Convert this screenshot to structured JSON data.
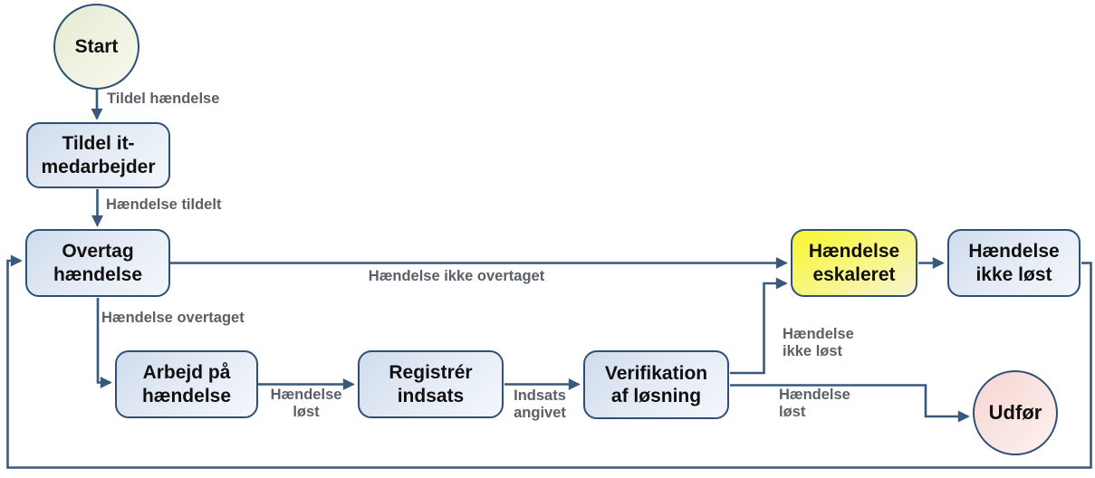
{
  "diagram": {
    "nodes": {
      "start": "Start",
      "tildel_it_medarbejder": "Tildel it-\nmedarbejder",
      "overtag_haendelse": "Overtag\nhændelse",
      "arbejd_paa_haendelse": "Arbejd på\nhændelse",
      "registrer_indsats": "Registrér\nindsats",
      "verifikation_af_loesning": "Verifikation\naf løsning",
      "haendelse_eskaleret": "Hændelse\neskaleret",
      "haendelse_ikke_loest": "Hændelse\nikke løst",
      "udfoer": "Udfør"
    },
    "edge_labels": {
      "tildel_haendelse": "Tildel hændelse",
      "haendelse_tildelt": "Hændelse tildelt",
      "haendelse_overtaget": "Hændelse overtaget",
      "haendelse_ikke_overtaget": "Hændelse ikke overtaget",
      "haendelse_loest_1": "Hændelse\nløst",
      "indsats_angivet": "Indsats\nangivet",
      "haendelse_ikke_loest": "Hændelse\nikke løst",
      "haendelse_loest_2": "Hændelse\nløst"
    },
    "colors": {
      "line": "#38597c",
      "node-border": "#2f4f76",
      "node-fill-start": "#cfdcec",
      "node-fill-mid": "#e3eaf4",
      "node-fill-end": "#f3f7fc",
      "start-fill-start": "#e6ebd0",
      "start-fill-end": "#f7f9ef",
      "end-fill-start": "#f6d5d2",
      "end-fill-end": "#fdf2f0",
      "escalated-fill-start": "#f8f63c",
      "escalated-fill-end": "#f7f5c9",
      "label-color": "#5a6067",
      "node-text": "#101010"
    }
  }
}
